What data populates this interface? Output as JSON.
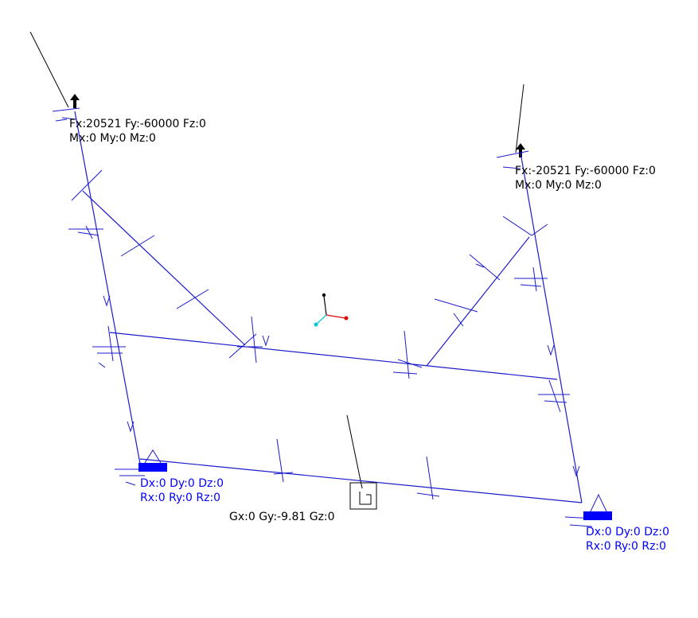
{
  "loads": {
    "left_top": {
      "line1": "Fx:20521 Fy:-60000 Fz:0",
      "line2": "Mx:0 My:0 Mz:0"
    },
    "right_top": {
      "line1": "Fx:-20521 Fy:-60000 Fz:0",
      "line2": "Mx:0 My:0 Mz:0"
    }
  },
  "supports": {
    "left": {
      "line1": "Dx:0 Dy:0 Dz:0",
      "line2": "Rx:0 Ry:0 Rz:0"
    },
    "right": {
      "line1": "Dx:0 Dy:0 Dz:0",
      "line2": "Rx:0 Ry:0 Rz:0"
    }
  },
  "gravity": {
    "label": "Gx:0 Gy:-9.81 Gz:0"
  },
  "colors": {
    "members": "#1c1ccc",
    "support_fill": "#0000ff",
    "text": "#000000",
    "support_text": "#0000ff",
    "axis_x": "#dd0000",
    "axis_y": "#000000",
    "axis_z": "#00c8d8",
    "background": "#ffffff"
  }
}
